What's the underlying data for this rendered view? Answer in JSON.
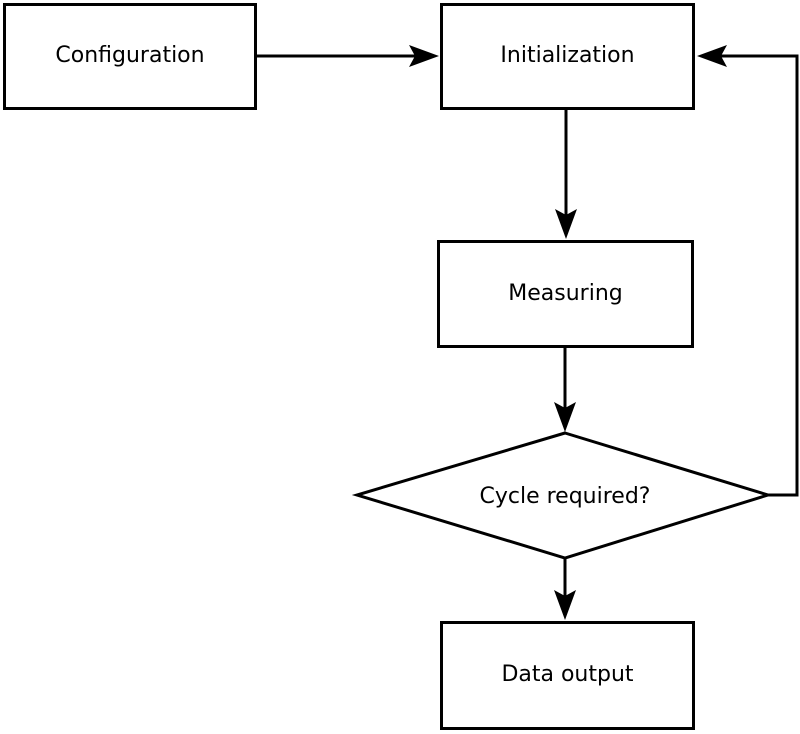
{
  "diagram": {
    "type": "flowchart",
    "background_color": "#ffffff",
    "stroke_color": "#000000",
    "nodes": [
      {
        "id": "configuration",
        "shape": "rect",
        "label": "Configuration"
      },
      {
        "id": "initialization",
        "shape": "rect",
        "label": "Initialization"
      },
      {
        "id": "measuring",
        "shape": "rect",
        "label": "Measuring"
      },
      {
        "id": "cycle-required",
        "shape": "diamond",
        "label": "Cycle required?"
      },
      {
        "id": "data-output",
        "shape": "rect",
        "label": "Data output"
      }
    ],
    "edges": [
      {
        "from": "configuration",
        "to": "initialization",
        "direction": "right"
      },
      {
        "from": "initialization",
        "to": "measuring",
        "direction": "down"
      },
      {
        "from": "measuring",
        "to": "cycle-required",
        "direction": "down"
      },
      {
        "from": "cycle-required",
        "to": "data-output",
        "direction": "down"
      },
      {
        "from": "cycle-required",
        "to": "initialization",
        "direction": "right-then-up",
        "note": "feedback loop"
      }
    ]
  }
}
